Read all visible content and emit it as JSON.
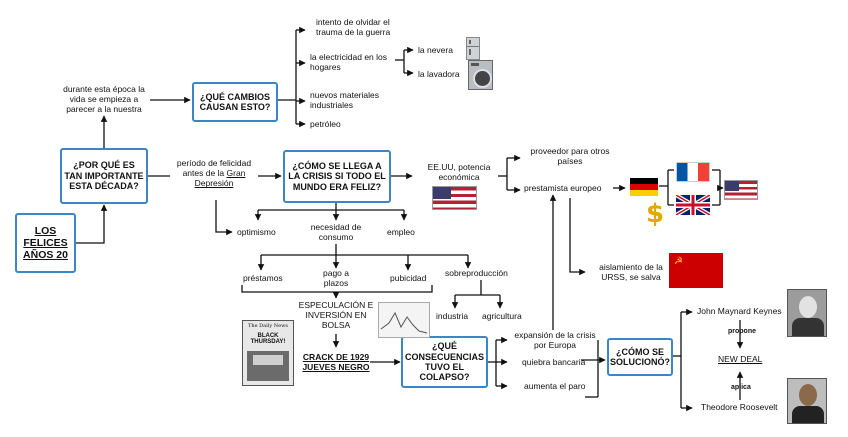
{
  "title_box": {
    "line1": "LOS",
    "line2": "FELICES",
    "line3": "AÑOS 20"
  },
  "q_why": "¿POR QUÉ ES TAN IMPORTANTE ESTA DÉCADA?",
  "q_changes": "¿QUÉ CAMBIOS CAUSAN ESTO?",
  "q_crisis": "¿CÓMO SE LLEGA A LA CRISIS SI TODO EL MUNDO ERA FELIZ?",
  "q_consequences": "¿QUÉ CONSECUENCIAS TUVO EL COLAPSO?",
  "q_solution": "¿CÓMO SE SOLUCIONÓ?",
  "during_era": "durante esta época  la vida se empieza a parecer a la nuestra",
  "period": {
    "pre": "período de felicidad antes de la ",
    "link": "Gran Depresión"
  },
  "changes": {
    "forget_war": "intento de olvidar el trauma de la guerra",
    "electricity": "la electricidad en los hogares",
    "fridge": "la nevera",
    "washer": "la lavadora",
    "materials": "nuevos materiales industriales",
    "oil": "petróleo"
  },
  "causes": {
    "optimism": "optimismo",
    "need": "necesidad de consumo",
    "employment": "empleo",
    "loans": "préstamos",
    "installments": "pago a plazos",
    "advertising": "pubicidad",
    "overproduction": "sobreproducción",
    "industry": "industria",
    "agriculture": "agricultura",
    "speculation": "ESPECULACIÓN E INVERSIÓN EN BOLSA",
    "crash": "CRACK DE 1929 JUEVES NEGRO"
  },
  "usa": {
    "power": "EE.UU, potencia económica",
    "provider": "proveedor para otros países",
    "lender": "prestamista europeo",
    "ussr": "aislamiento de la URSS, se salva"
  },
  "consequences": {
    "expansion": "expansión de la crisis por Europa",
    "bank": "quiebra bancaria",
    "unemployment": "aumenta el paro"
  },
  "solution": {
    "keynes": "John Maynard Keynes",
    "proposes": "propone",
    "new_deal": "NEW DEAL",
    "applies": "aplica",
    "roosevelt": "Theodore Roosevelt"
  },
  "newspaper": {
    "masthead": "The Daily News",
    "headline": "BLACK THURSDAY!"
  },
  "colors": {
    "box_border": "#3a86c6",
    "line": "#111111"
  }
}
